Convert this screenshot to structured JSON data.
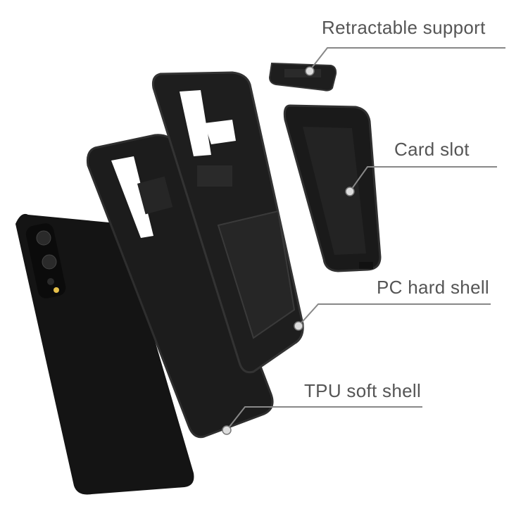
{
  "labels": {
    "retractable_support": "Retractable support",
    "card_slot": "Card slot",
    "pc_hard_shell": "PC hard shell",
    "tpu_soft_shell": "TPU soft shell"
  },
  "colors": {
    "case": "#1c1c1c",
    "case_edge": "#2e2e2e",
    "label_text": "#555555",
    "leader_line": "#888888"
  }
}
